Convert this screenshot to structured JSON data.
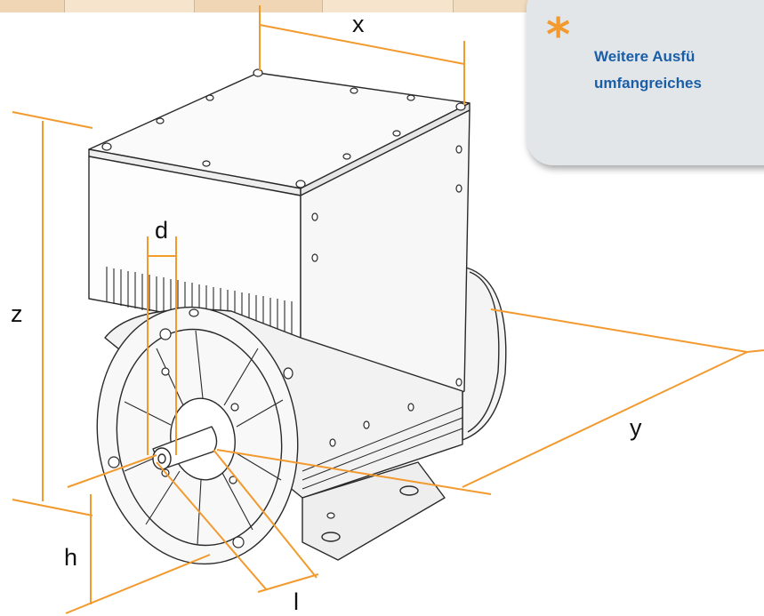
{
  "top_bar": {
    "cells": [
      {
        "color": "#f0d6b4"
      },
      {
        "color": "#f6e4cc"
      },
      {
        "color": "#f0d6b4"
      },
      {
        "color": "#f6e4cc"
      },
      {
        "color": "#f2dcc0"
      }
    ]
  },
  "note": {
    "line1": "Weitere Ausfü",
    "line2": "umfangreiches"
  },
  "dimensions": {
    "x": "x",
    "y": "y",
    "z": "z",
    "d": "d",
    "h": "h",
    "l": "l"
  },
  "colors": {
    "dimension_line": "#f29a2e",
    "asterisk": "#f29a2e",
    "note_text": "#1b5ea8",
    "note_background": "#e3e6e9",
    "outline": "#2a2a2a"
  }
}
